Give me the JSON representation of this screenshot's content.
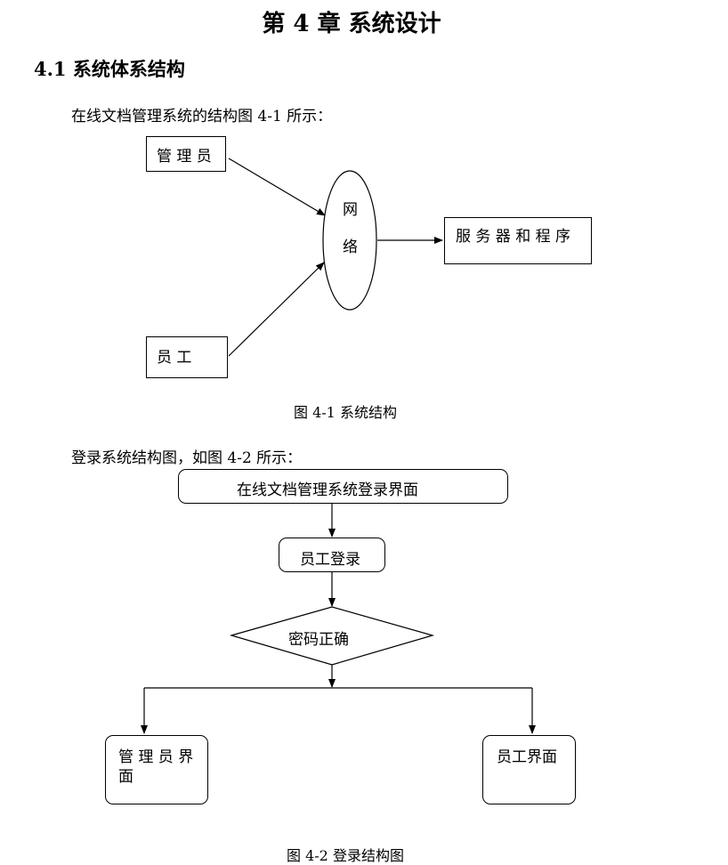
{
  "chapter": {
    "title": "第 4 章  系统设计"
  },
  "section": {
    "title": "4.1  系统体系结构"
  },
  "intro1": "在线文档管理系统的结构图 4-1 所示：",
  "diagram1": {
    "admin": "管 理 员",
    "staff": "员      工",
    "network_line1": "网",
    "network_line2": "络",
    "server": "服 务 器 和 程 序",
    "caption": "图 4-1  系统结构"
  },
  "intro2": "登录系统结构图，如图 4-2 所示：",
  "diagram2": {
    "login_page": "在线文档管理系统登录界面",
    "staff_login": "员工登录",
    "password_check": "密码正确",
    "admin_page_line1": "管 理 员 界",
    "admin_page_line2": "面",
    "staff_page": "员工界面",
    "caption": "图 4-2  登录结构图"
  }
}
